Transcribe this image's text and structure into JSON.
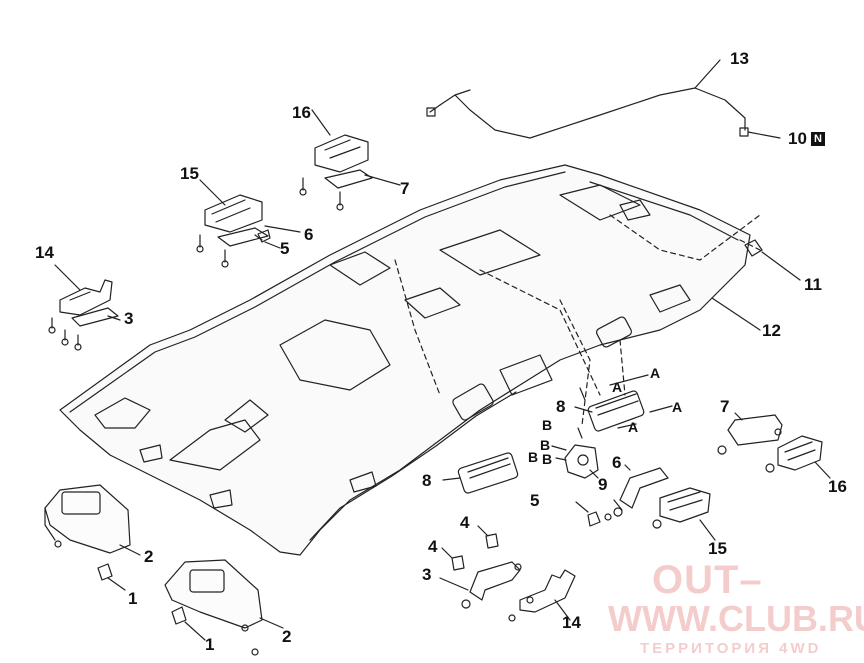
{
  "diagram": {
    "callouts": {
      "c1a": "1",
      "c1b": "1",
      "c2a": "2",
      "c2b": "2",
      "c3a": "3",
      "c3b": "3",
      "c4a": "4",
      "c4b": "4",
      "c5a": "5",
      "c5b": "5",
      "c6a": "6",
      "c6b": "6",
      "c7a": "7",
      "c7b": "7",
      "c8a": "8",
      "c8b": "8",
      "c9": "9",
      "c10": "10",
      "c10_badge": "N",
      "c11": "11",
      "c12": "12",
      "c13": "13",
      "c14a": "14",
      "c14b": "14",
      "c15a": "15",
      "c15b": "15",
      "c16a": "16",
      "c16b": "16"
    },
    "section_marks": {
      "a1": "A",
      "a2": "A",
      "a3": "A",
      "a4": "A",
      "b1": "B",
      "b2": "B",
      "b3": "B",
      "b4": "B"
    }
  },
  "watermark": {
    "line1": "OUT–",
    "line2": "WWW.CLUB.RU",
    "line3": "ТЕРРИТОРИЯ 4WD",
    "color": "#d64848"
  }
}
